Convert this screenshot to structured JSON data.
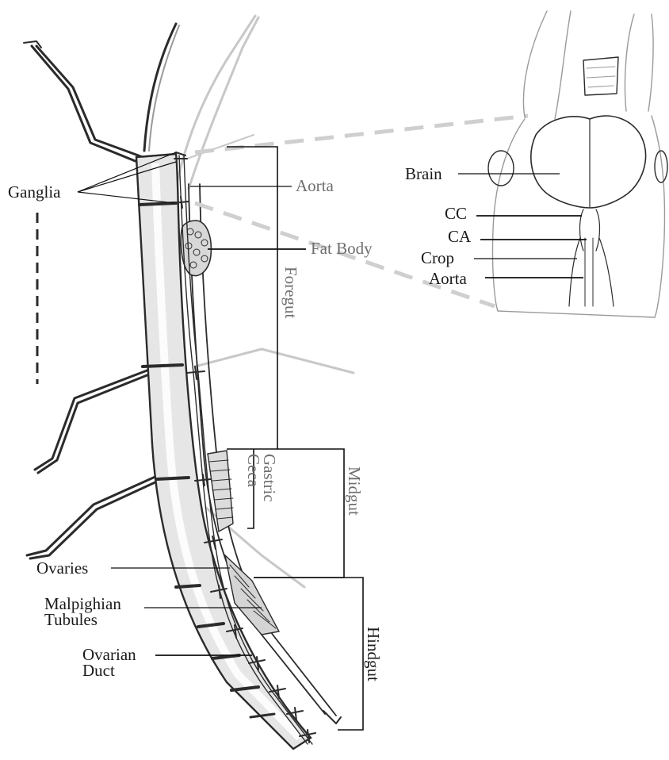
{
  "labels": {
    "ganglia": "Ganglia",
    "aorta_main": "Aorta",
    "fat_body": "Fat Body",
    "foregut": "Foregut",
    "gastric_line1": "Gastric",
    "gastric_line2": "Ceca",
    "midgut": "Midgut",
    "hindgut": "Hindgut",
    "ovaries": "Ovaries",
    "malpighian_line1": "Malpighian",
    "malpighian_line2": "Tubules",
    "ovarian_line1": "Ovarian",
    "ovarian_line2": "Duct"
  },
  "inset_labels": {
    "brain": "Brain",
    "cc": "CC",
    "ca": "CA",
    "crop": "Crop",
    "aorta": "Aorta"
  },
  "colors": {
    "ink": "#2b2b2b",
    "gray_label": "#6e6e6e",
    "zoom_dash": "#c8c8c8"
  }
}
